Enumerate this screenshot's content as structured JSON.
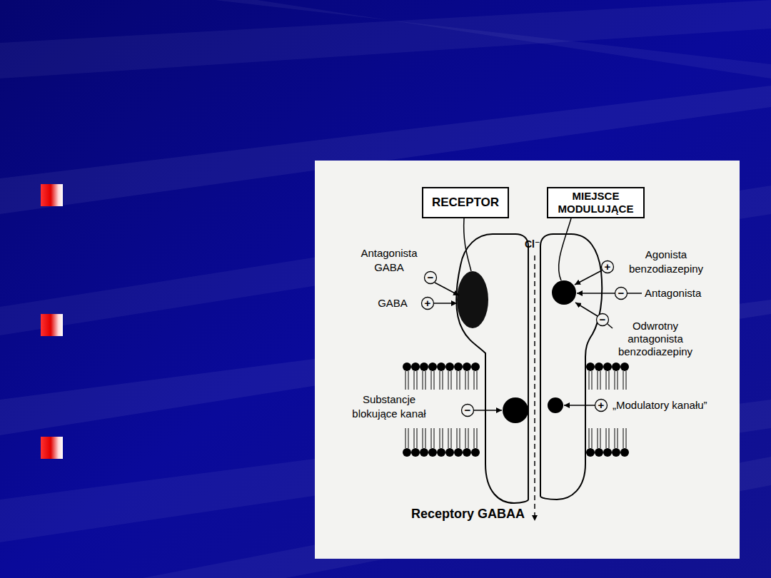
{
  "diagram": {
    "nodes": [
      {
        "text": [
          "RECEPTOR"
        ]
      },
      {
        "text": [
          "MIEJSCE MODULUJĄCE"
        ]
      }
    ],
    "labels": [
      "Cl⁻",
      "Antagonista GABA",
      "−",
      "GABA",
      "+",
      "+",
      "Agonista benzodiazepiny",
      "−",
      "Antagonista",
      "−",
      "Odwrotny antagonista benzodiazepiny",
      "Substancje blokujące kanał",
      "−",
      "+",
      "„Modulatory kanału”",
      "Receptory GABAA"
    ]
  }
}
